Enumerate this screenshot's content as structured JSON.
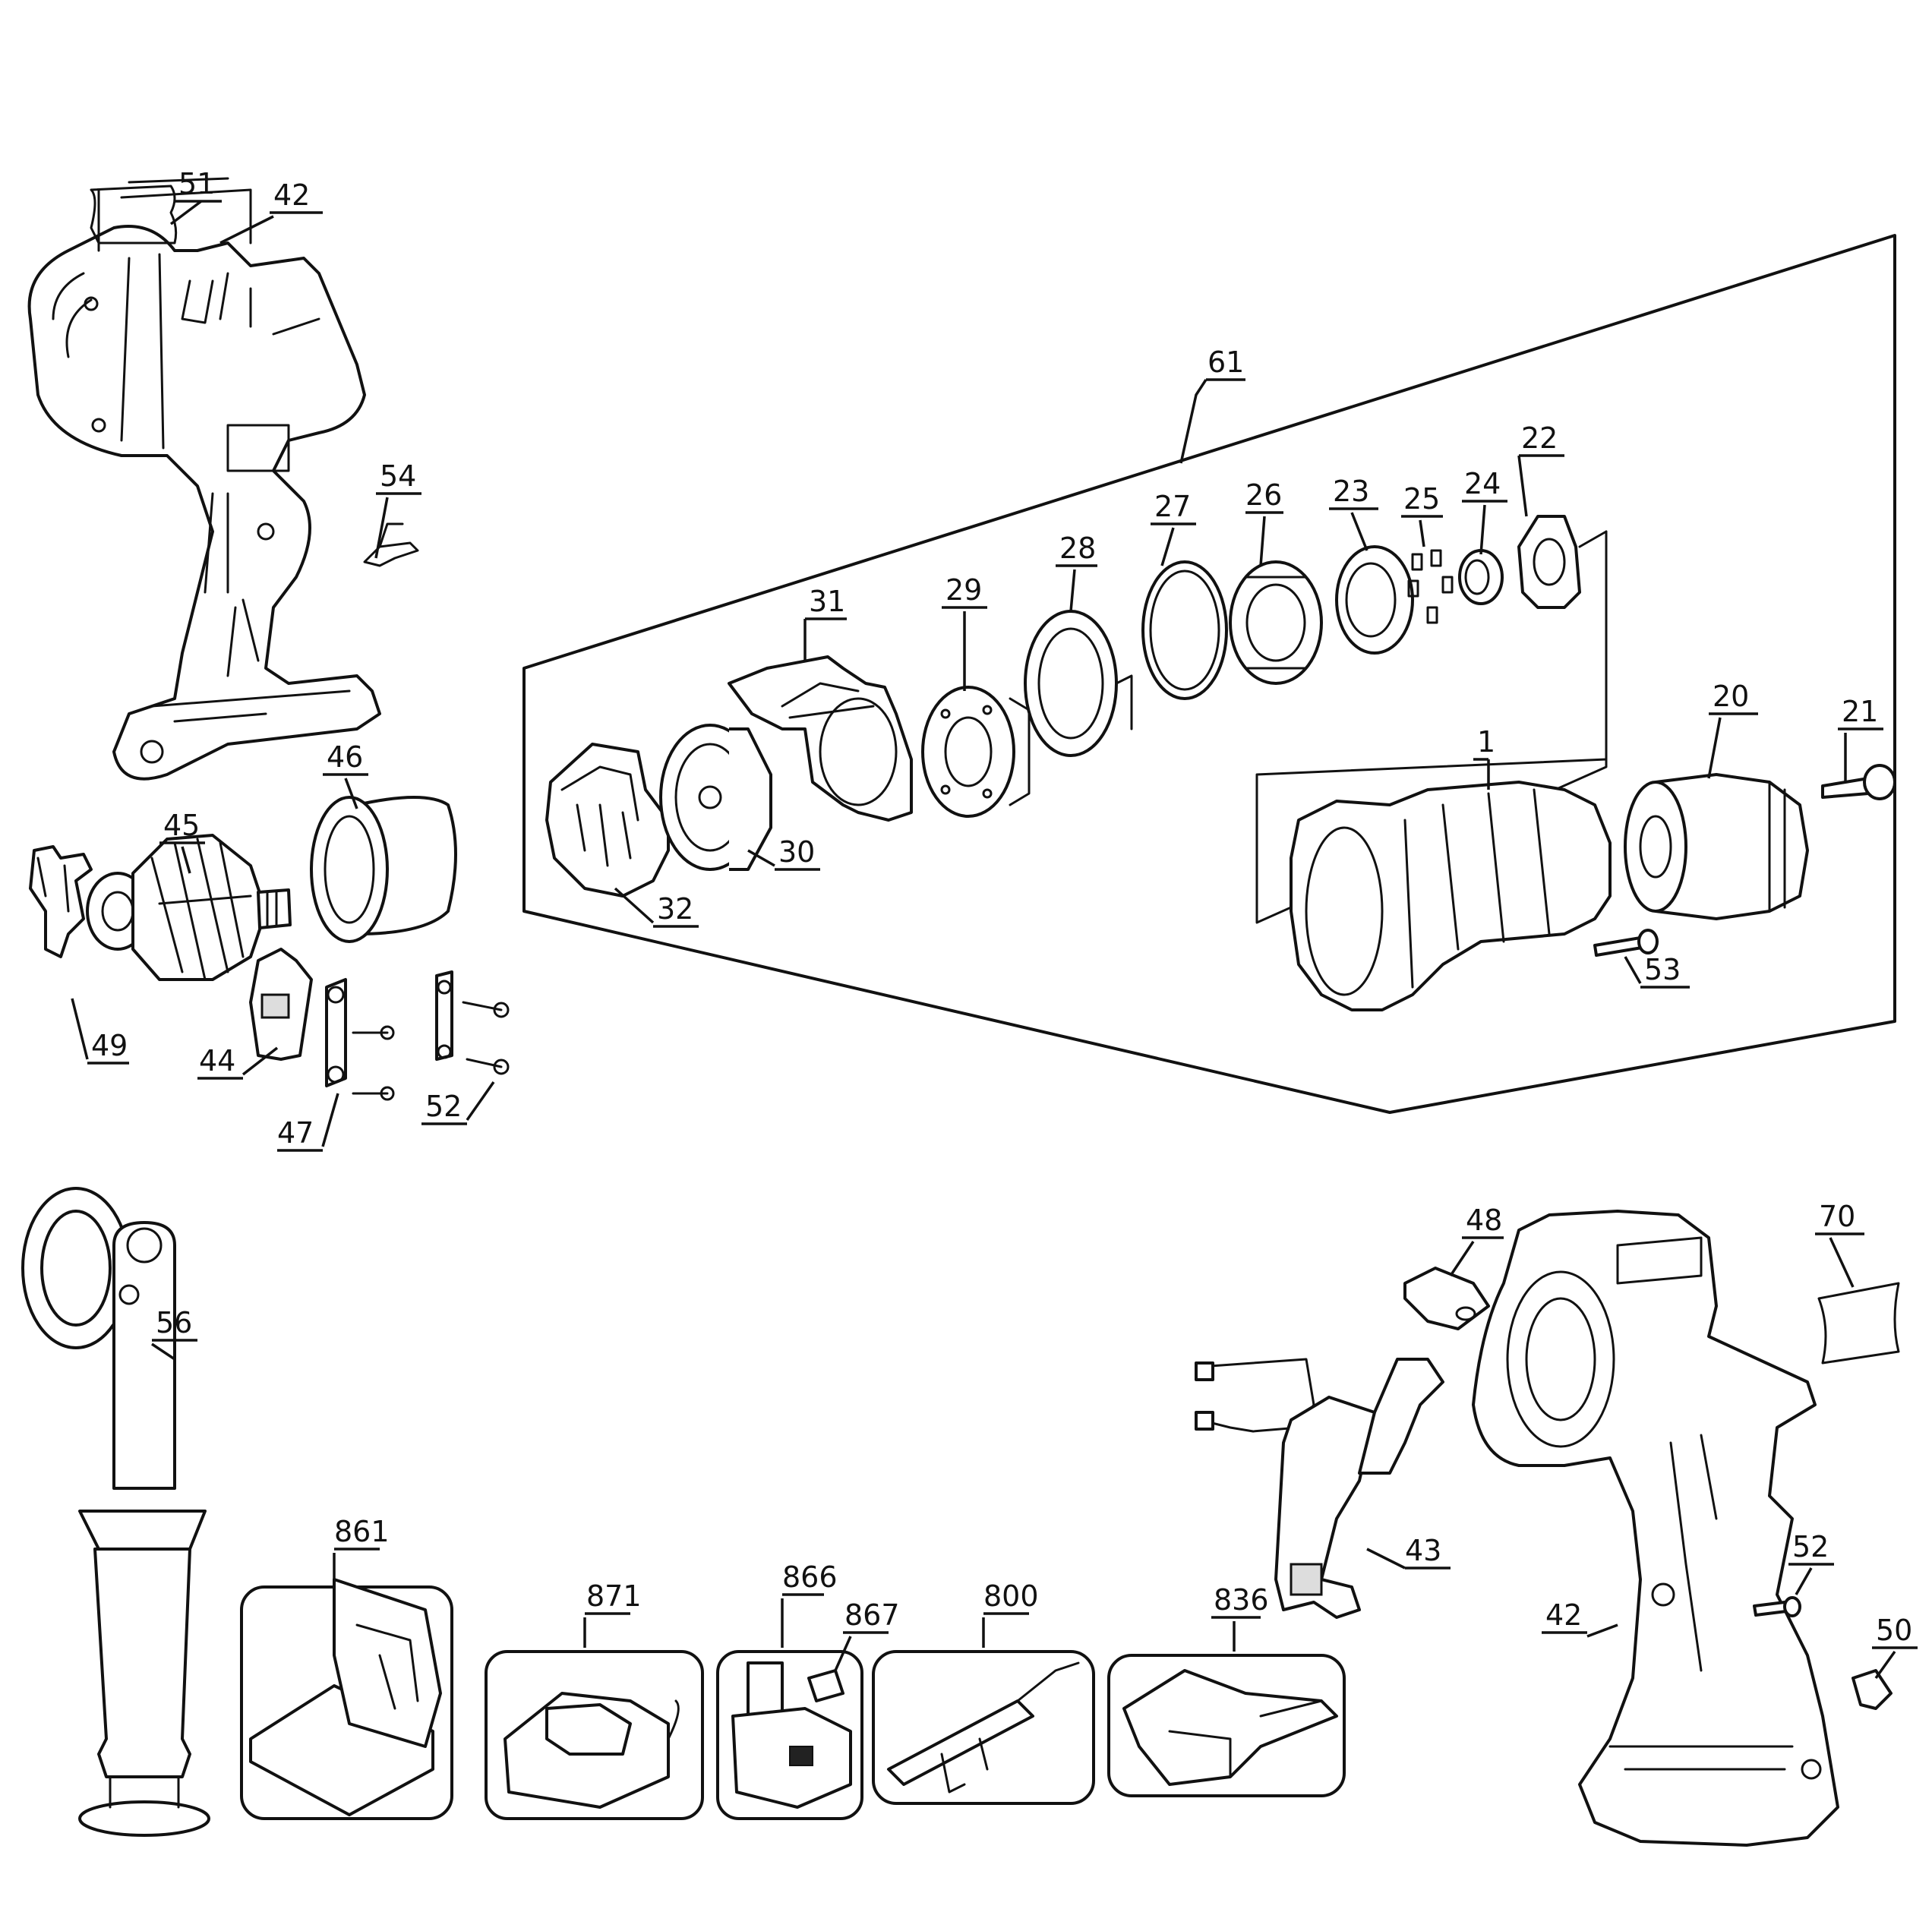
{
  "parts": {
    "p1": "1",
    "p20": "20",
    "p21": "21",
    "p22": "22",
    "p23": "23",
    "p24": "24",
    "p25": "25",
    "p26": "26",
    "p27": "27",
    "p28": "28",
    "p29": "29",
    "p30": "30",
    "p31": "31",
    "p32": "32",
    "p42a": "42",
    "p42b": "42",
    "p43": "43",
    "p44": "44",
    "p45": "45",
    "p46": "46",
    "p47": "47",
    "p48": "48",
    "p49": "49",
    "p50": "50",
    "p51": "51",
    "p52a": "52",
    "p52b": "52",
    "p53": "53",
    "p54": "54",
    "p56": "56",
    "p61": "61",
    "p70": "70",
    "p800": "800",
    "p836": "836",
    "p861": "861",
    "p866": "866",
    "p867": "867",
    "p871": "871"
  }
}
